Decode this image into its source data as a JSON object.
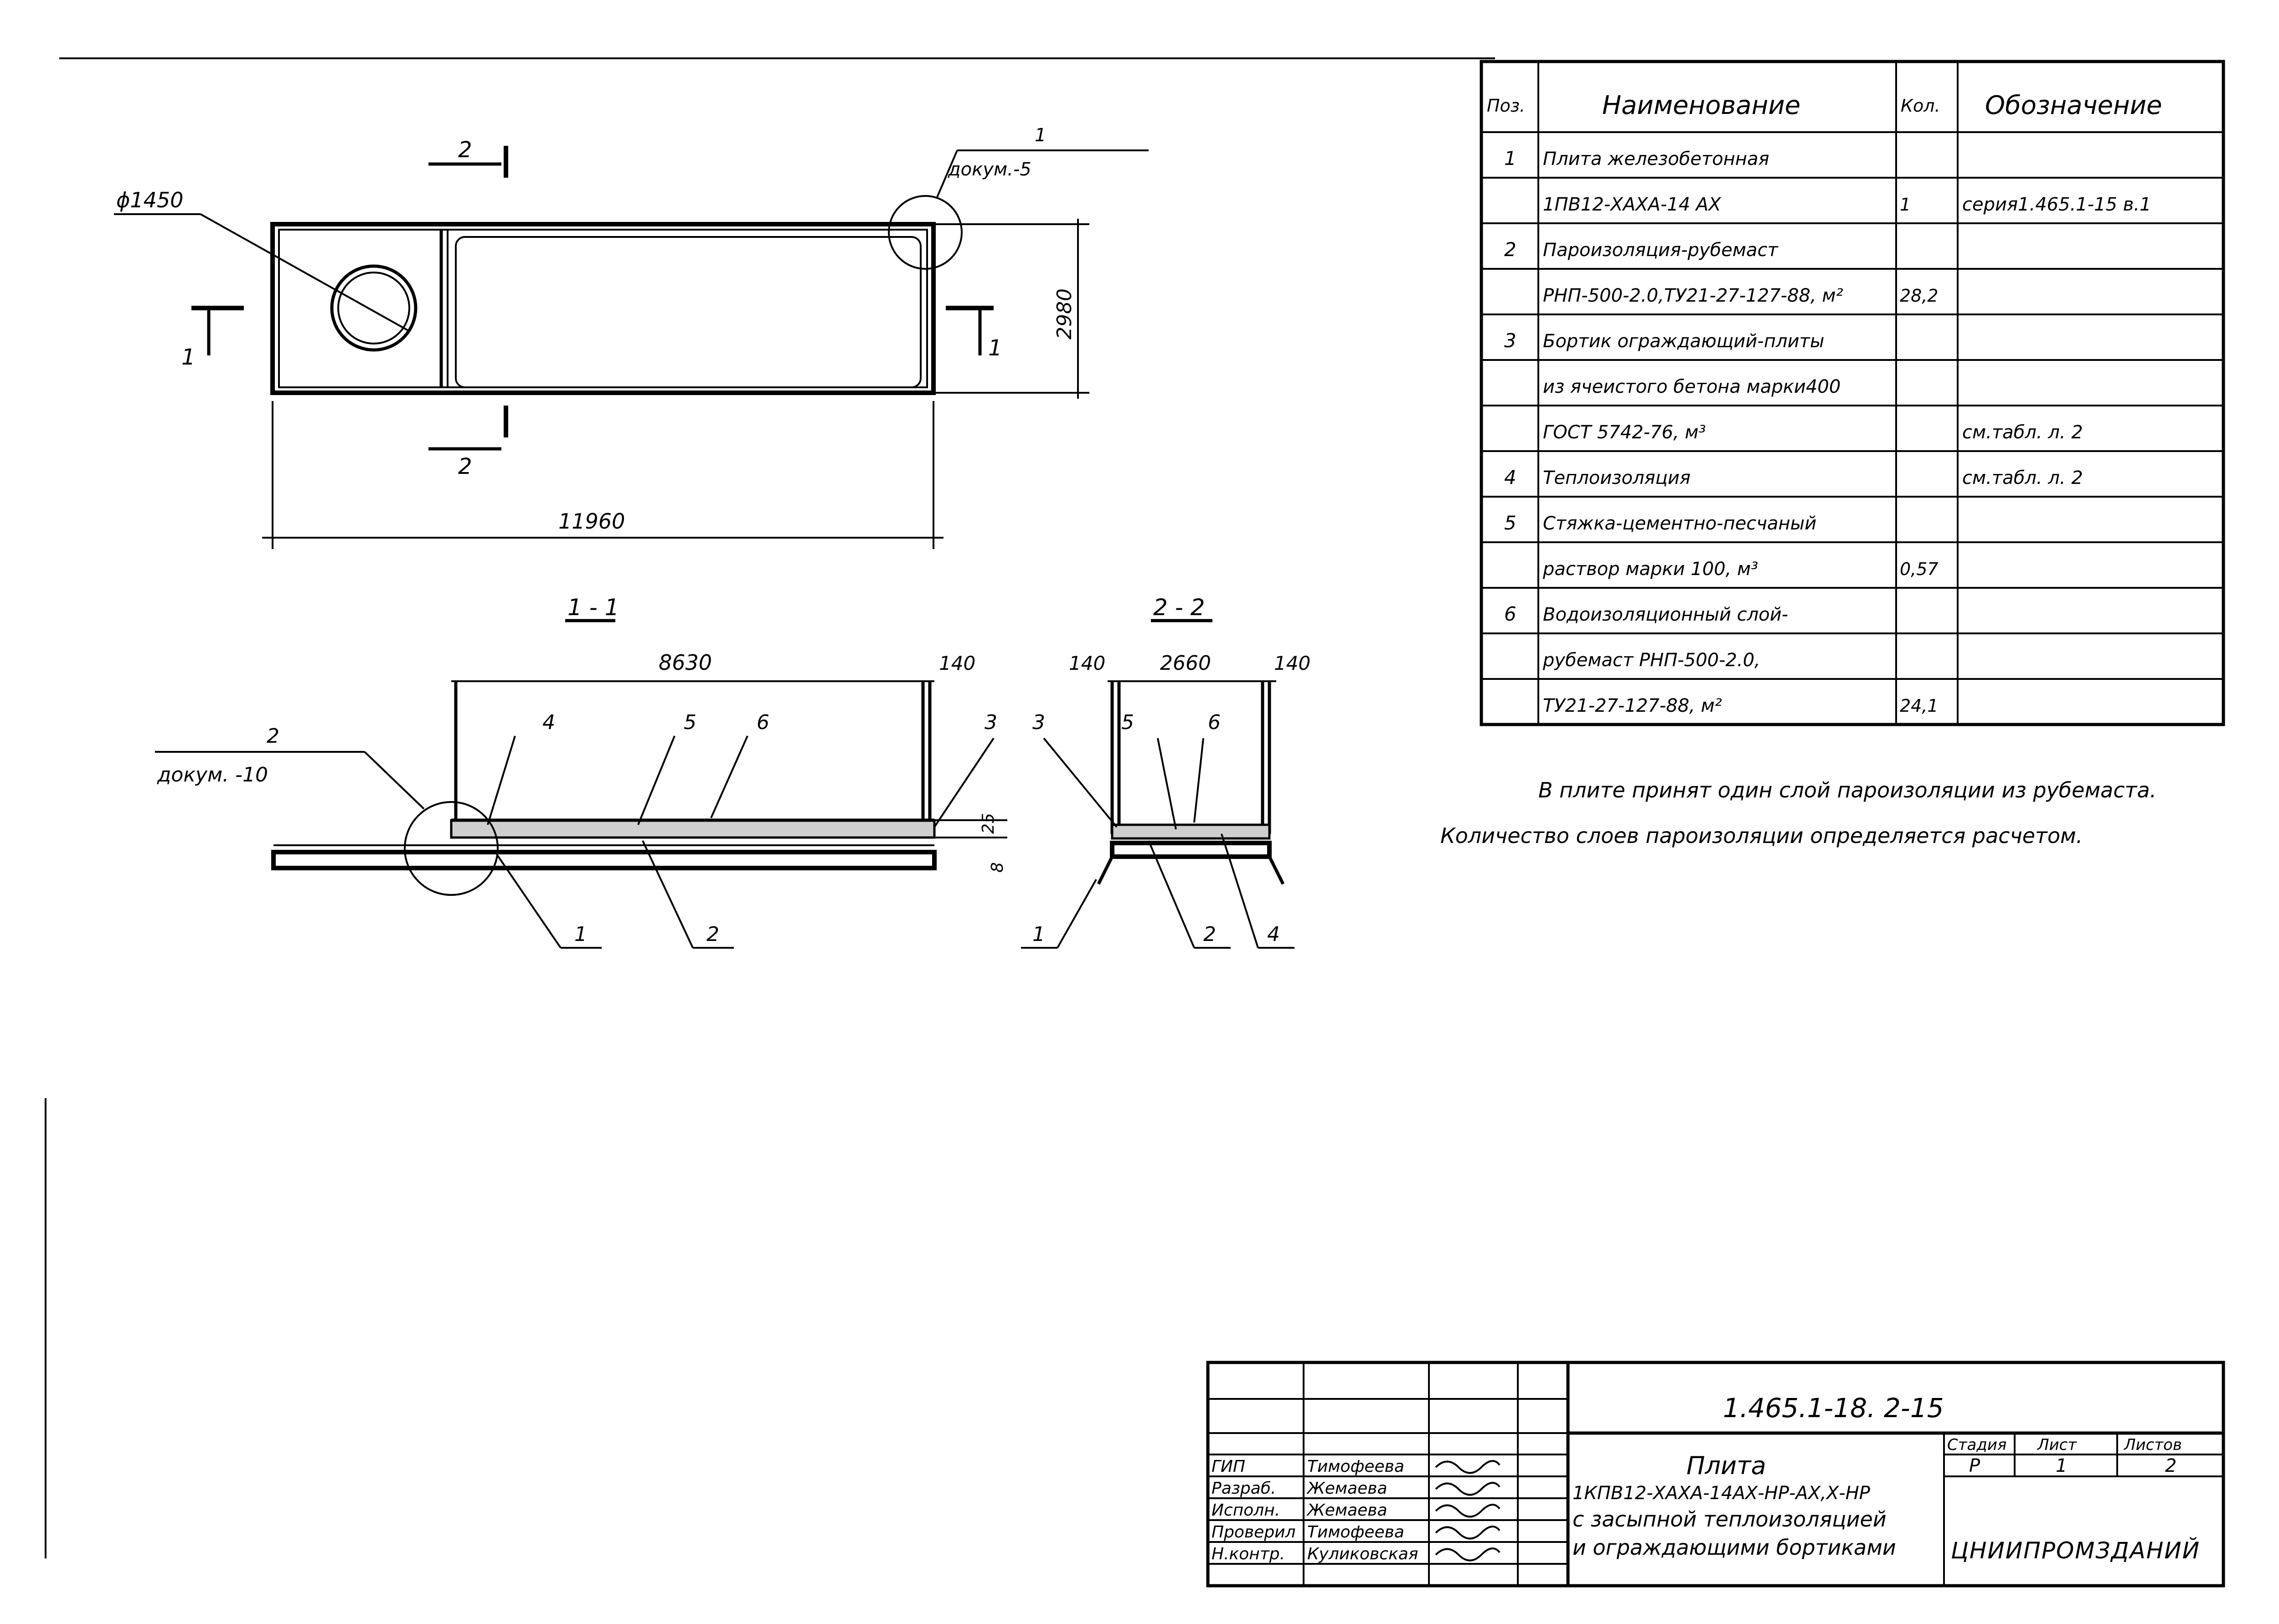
{
  "plan": {
    "dim_length": "11960",
    "dim_width": "2980",
    "hole_dim": "ϕ1450",
    "section_1_mark": "1",
    "section_2_mark": "2",
    "callout_number": "1",
    "callout_ref": "докум.-5"
  },
  "section_1": {
    "title": "1 - 1",
    "dim_span": "8630",
    "dim_wall": "140",
    "dim_small_1": "25",
    "dim_small_2": "8",
    "callout_number": "2",
    "callout_ref": "докум. -10",
    "pos_labels_top": [
      "4",
      "5",
      "6",
      "3"
    ],
    "pos_labels_bottom": [
      "1",
      "2"
    ]
  },
  "section_2": {
    "title": "2 - 2",
    "dim_left": "140",
    "dim_span": "2660",
    "dim_right": "140",
    "pos_labels_top": [
      "3",
      "5",
      "6"
    ],
    "pos_labels_bottom": [
      "1",
      "2",
      "4"
    ]
  },
  "spec_table": {
    "headers": [
      "Поз.",
      "Наименование",
      "Кол.",
      "Обозначение"
    ],
    "rows": [
      {
        "pos": "1",
        "name": "Плита железобетонная",
        "qty": "",
        "ref": ""
      },
      {
        "pos": "",
        "name": "1ПВ12-ХАХА-14 АХ",
        "qty": "1",
        "ref": "серия1.465.1-15 в.1"
      },
      {
        "pos": "2",
        "name": "Пароизоляция-рубемаст",
        "qty": "",
        "ref": ""
      },
      {
        "pos": "",
        "name": "РНП-500-2.0,ТУ21-27-127-88, м²",
        "qty": "28,2",
        "ref": ""
      },
      {
        "pos": "3",
        "name": "Бортик ограждающий-плиты",
        "qty": "",
        "ref": ""
      },
      {
        "pos": "",
        "name": "из ячеистого бетона марки400",
        "qty": "",
        "ref": ""
      },
      {
        "pos": "",
        "name": "ГОСТ 5742-76,            м³",
        "qty": "",
        "ref": "см.табл. л. 2"
      },
      {
        "pos": "4",
        "name": "Теплоизоляция",
        "qty": "",
        "ref": "см.табл. л. 2"
      },
      {
        "pos": "5",
        "name": "Стяжка-цементно-песчаный",
        "qty": "",
        "ref": ""
      },
      {
        "pos": "",
        "name": "раствор марки 100,       м³",
        "qty": "0,57",
        "ref": ""
      },
      {
        "pos": "6",
        "name": "Водоизоляционный слой-",
        "qty": "",
        "ref": ""
      },
      {
        "pos": "",
        "name": "рубемаст РНП-500-2.0,",
        "qty": "",
        "ref": ""
      },
      {
        "pos": "",
        "name": "ТУ21-27-127-88,          м²",
        "qty": "24,1",
        "ref": ""
      }
    ]
  },
  "notes": [
    "В плите принят один слой пароизоляции из рубемаста.",
    "Количество слоев пароизоляции определяется расчетом."
  ],
  "title_block": {
    "doc_code": "1.465.1-18. 2-15",
    "title_line1": "Плита",
    "title_line2": "1КПВ12-ХАХА-14АХ-НР-АХ,Х-НР",
    "title_line3": "с засыпной теплоизоляцией",
    "title_line4": "и ограждающими бортиками",
    "stage_label": "Стадия",
    "sheet_label": "Лист",
    "sheets_label": "Листов",
    "stage_value": "Р",
    "sheet_value": "1",
    "sheets_value": "2",
    "organization": "ЦНИИПРОМЗДАНИЙ",
    "signatories": [
      {
        "role": "ГИП",
        "name": "Тимофеева"
      },
      {
        "role": "Разраб.",
        "name": "Жемаева"
      },
      {
        "role": "Исполн.",
        "name": "Жемаева"
      },
      {
        "role": "Проверил",
        "name": "Тимофеева"
      },
      {
        "role": "Н.контр.",
        "name": "Куликовская"
      }
    ]
  }
}
